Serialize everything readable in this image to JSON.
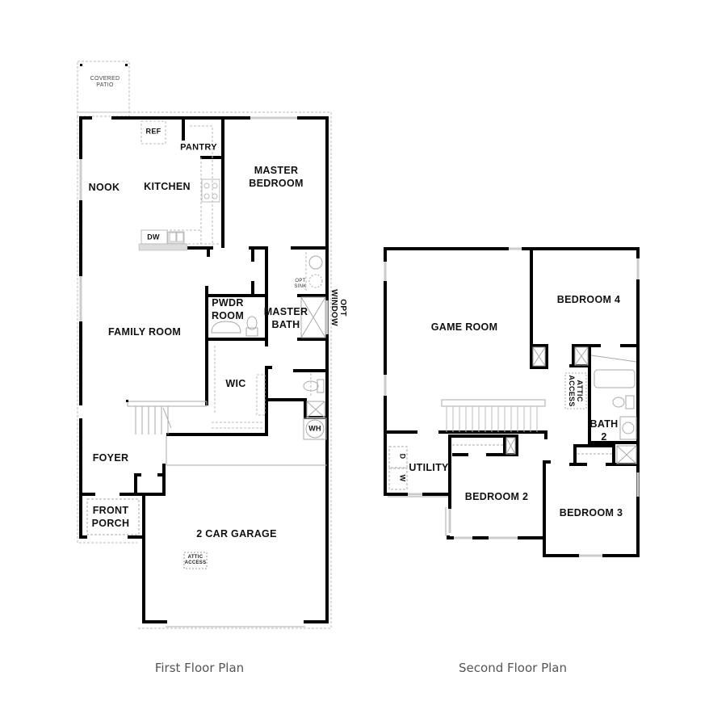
{
  "first_floor": {
    "caption": "First Floor Plan",
    "rooms": {
      "covered_patio": "COVERED\nPATIO",
      "nook": "NOOK",
      "kitchen": "KITCHEN",
      "ref": "REF",
      "pantry": "PANTRY",
      "dw": "DW",
      "master_bedroom_line1": "MASTER",
      "master_bedroom_line2": "BEDROOM",
      "opt_sink_line1": "OPT",
      "opt_sink_line2": "SINK",
      "opt_window_line1": "OPT",
      "opt_window_line2": "WINDOW",
      "pwdr_room_line1": "PWDR",
      "pwdr_room_line2": "ROOM",
      "master_bath_line1": "MASTER",
      "master_bath_line2": "BATH",
      "family_room": "FAMILY ROOM",
      "wic": "WIC",
      "wh": "WH",
      "foyer": "FOYER",
      "front_porch_line1": "FRONT",
      "front_porch_line2": "PORCH",
      "garage": "2 CAR GARAGE",
      "attic_access_line1": "ATTIC",
      "attic_access_line2": "ACCESS"
    }
  },
  "second_floor": {
    "caption": "Second Floor Plan",
    "rooms": {
      "game_room": "GAME ROOM",
      "bedroom_4": "BEDROOM 4",
      "attic_access_line1": "ATTIC",
      "attic_access_line2": "ACCESS",
      "bath_2_line1": "BATH",
      "bath_2_line2": "2",
      "utility": "UTILITY",
      "dryer": "D",
      "washer": "W",
      "bedroom_2": "BEDROOM 2",
      "bedroom_3": "BEDROOM 3"
    }
  },
  "colors": {
    "wall": "#000000",
    "window": "#cccccc",
    "dashed": "#bbbbbb",
    "caption": "#555555"
  }
}
